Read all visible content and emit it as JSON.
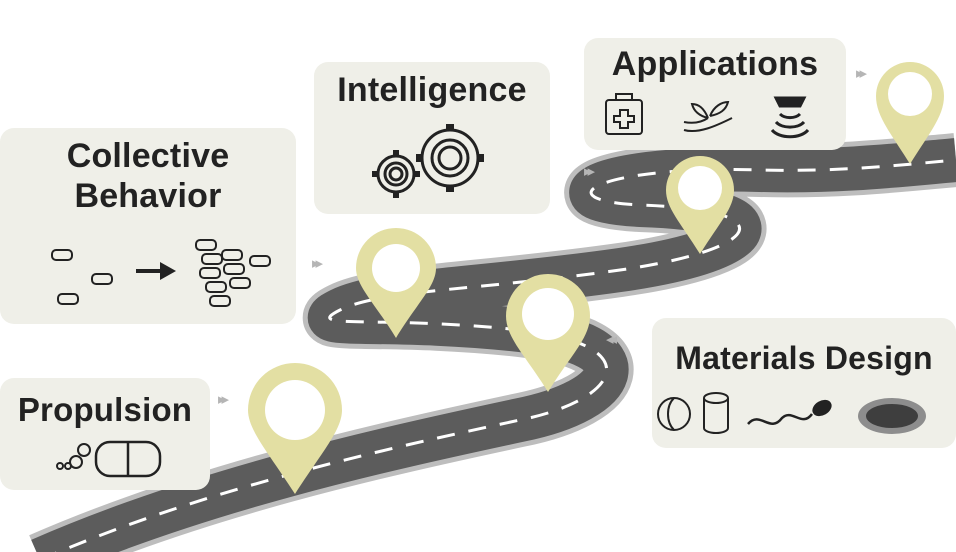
{
  "colors": {
    "road": "#5c5c5c",
    "road_edge": "#c9c9c9",
    "pin": "#e3dfa3",
    "pin_core": "#ffffff",
    "panel": "#efefe8",
    "arrow": "#b5b5b5",
    "icon": "#222222"
  },
  "stages": {
    "propulsion": {
      "title": "Propulsion",
      "icons": [
        "small-spheres-icon",
        "janus-capsule-icon"
      ]
    },
    "collective": {
      "title_line1": "Collective",
      "title_line2": "Behavior",
      "icons": [
        "scattered-particles-icon",
        "arrow-right-icon",
        "swarm-cluster-icon"
      ]
    },
    "intelligence": {
      "title": "Intelligence",
      "icons": [
        "gears-icon"
      ]
    },
    "applications": {
      "title": "Applications",
      "icons": [
        "medical-kit-icon",
        "plant-in-hand-icon",
        "sensor-signal-icon"
      ]
    },
    "materials": {
      "title": "Materials Design",
      "icons": [
        "janus-sphere-icon",
        "cylinder-icon",
        "helical-tail-icon",
        "porous-disk-icon"
      ]
    }
  },
  "arrows": [
    "▸▸",
    "▸▸",
    "▸▸",
    "▸▸",
    "◂◂"
  ]
}
